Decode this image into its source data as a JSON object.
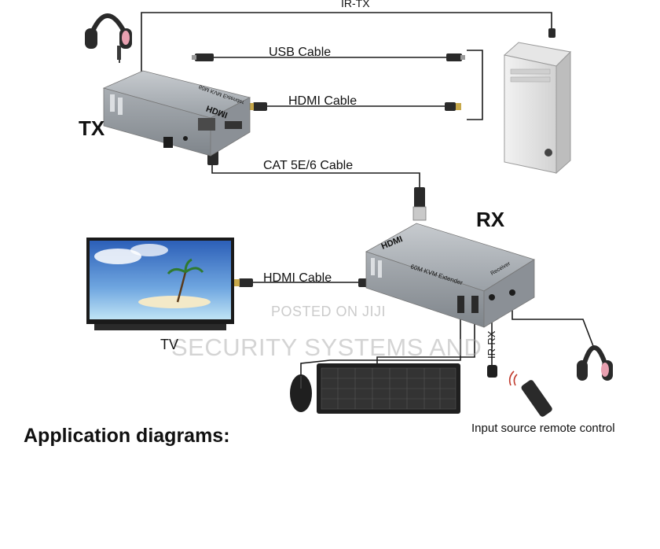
{
  "labels": {
    "ir_tx": "IR-TX",
    "usb_cable": "USB Cable",
    "hdmi_cable_tx": "HDMI Cable",
    "tx": "TX",
    "cat_cable": "CAT 5E/6 Cable",
    "rx": "RX",
    "hdmi_cable_rx": "HDMI Cable",
    "tv": "TV",
    "ir_rx": "IR-RX",
    "remote": "Input source remote control"
  },
  "devices": {
    "tx_hdmi_logo": "HDMI",
    "tx_model": "60M KVM Extender",
    "rx_hdmi_logo": "HDMI",
    "rx_model": "60M KVM Extender",
    "rx_receiver": "Receiver"
  },
  "heading": "Application diagrams:",
  "watermark": {
    "line1": "POSTED ON JIJI",
    "line2": "SECURITY SYSTEMS AND"
  },
  "colors": {
    "device_body": "#9ea3a8",
    "cable": "#1a1a1a",
    "headphone_accent": "#e8a0b0",
    "sky": "#3a78c8"
  }
}
